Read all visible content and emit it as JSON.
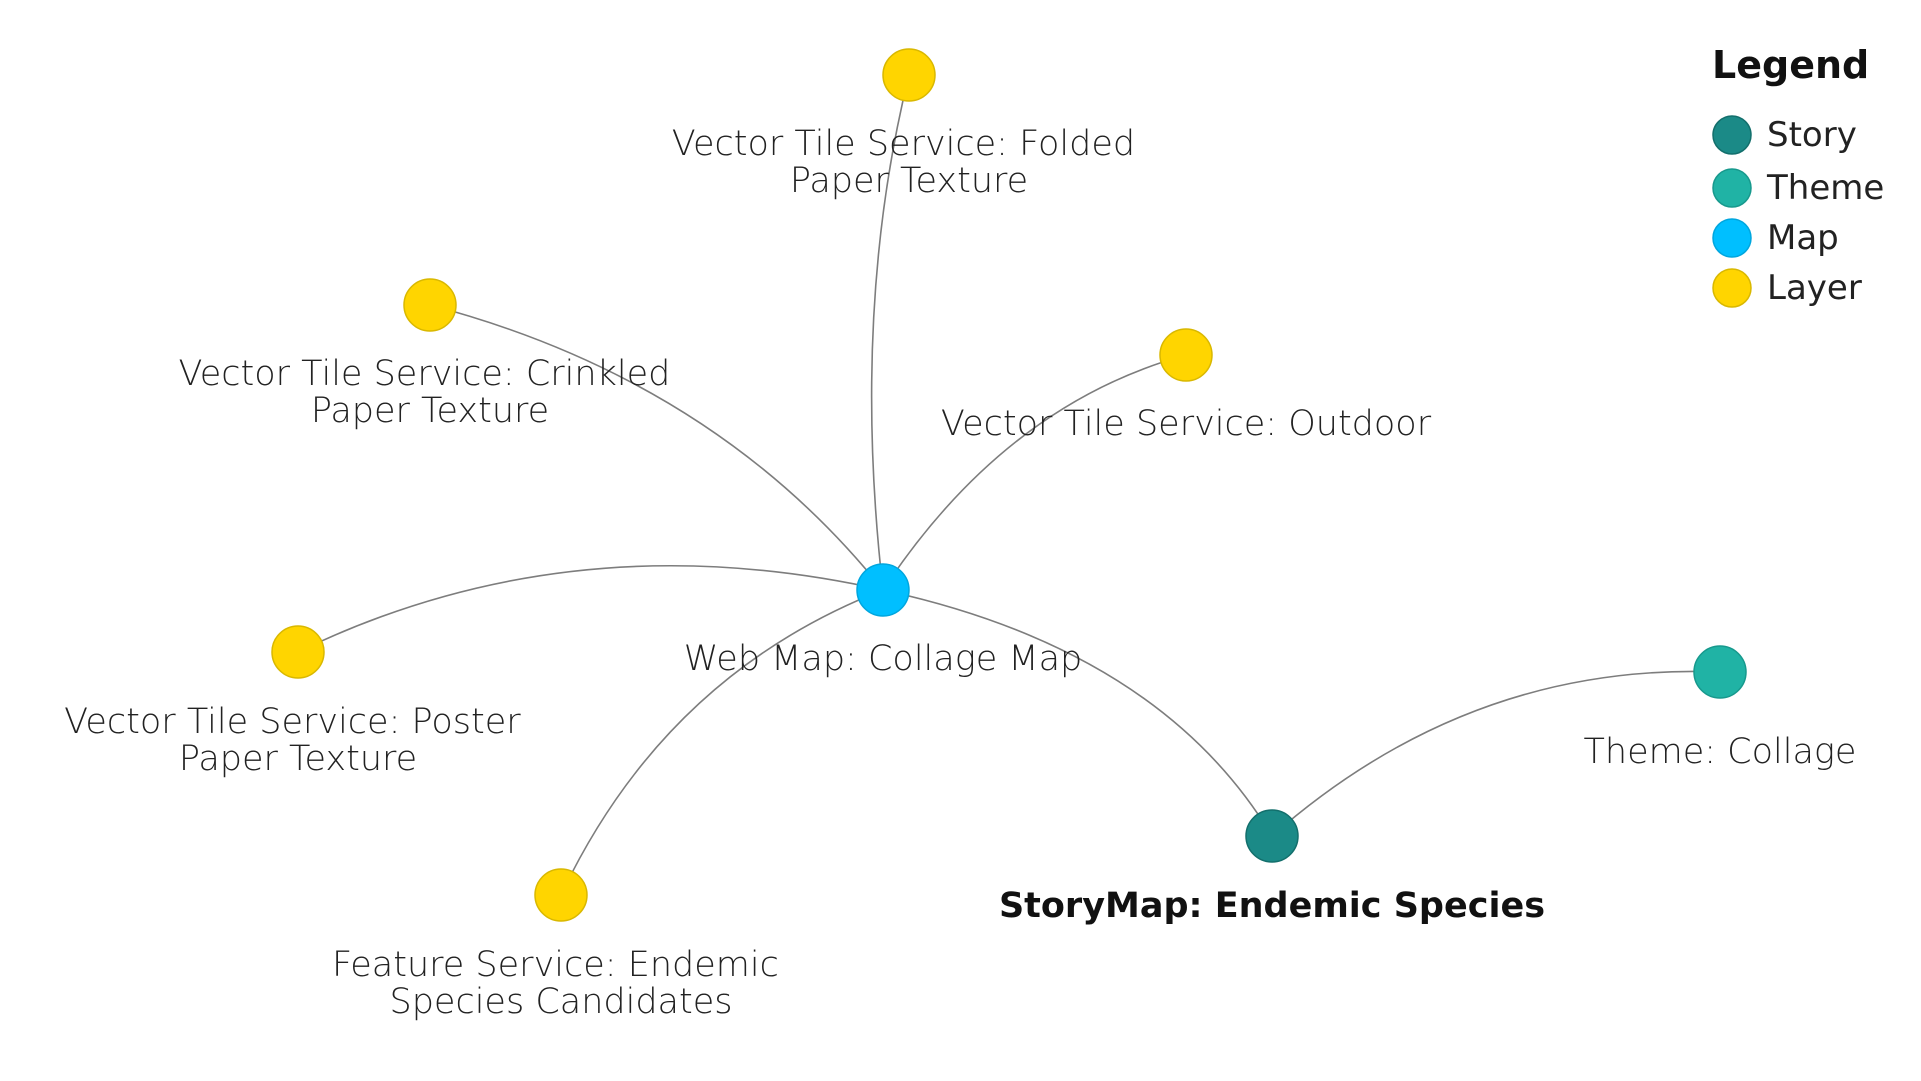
{
  "legend": {
    "title": "Legend",
    "items": [
      {
        "key": "story",
        "label": "Story",
        "color": "#1b8a87"
      },
      {
        "key": "theme",
        "label": "Theme",
        "color": "#20b3a5"
      },
      {
        "key": "map",
        "label": "Map",
        "color": "#00bfff"
      },
      {
        "key": "layer",
        "label": "Layer",
        "color": "#ffd500"
      }
    ]
  },
  "nodes": {
    "folded": {
      "type": "layer",
      "label_lines": [
        "Vector Tile Service: Folded",
        "Paper Texture"
      ]
    },
    "crinkled": {
      "type": "layer",
      "label_lines": [
        "Vector Tile Service: Crinkled",
        "Paper Texture"
      ]
    },
    "outdoor": {
      "type": "layer",
      "label_lines": [
        "Vector Tile Service: Outdoor"
      ]
    },
    "webmap": {
      "type": "map",
      "label_lines": [
        "Web Map: Collage Map"
      ]
    },
    "poster": {
      "type": "layer",
      "label_lines": [
        "Vector Tile Service: Poster",
        "Paper Texture"
      ]
    },
    "feature": {
      "type": "layer",
      "label_lines": [
        "Feature Service: Endemic",
        "Species Candidates"
      ]
    },
    "storymap": {
      "type": "story",
      "label_lines": [
        "StoryMap: Endemic Species"
      ]
    },
    "theme": {
      "type": "theme",
      "label_lines": [
        "Theme: Collage"
      ]
    }
  },
  "edges": [
    [
      "webmap",
      "folded"
    ],
    [
      "webmap",
      "crinkled"
    ],
    [
      "webmap",
      "outdoor"
    ],
    [
      "webmap",
      "poster"
    ],
    [
      "webmap",
      "feature"
    ],
    [
      "webmap",
      "storymap"
    ],
    [
      "storymap",
      "theme"
    ]
  ]
}
